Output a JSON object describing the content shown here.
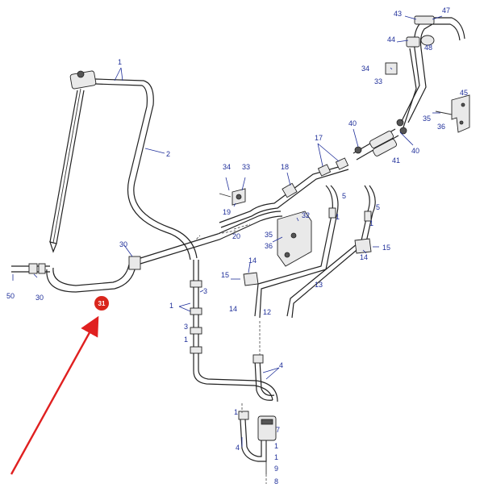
{
  "diagram": {
    "callouts": [
      {
        "id": "c-1a",
        "text": "1"
      },
      {
        "id": "c-2",
        "text": "2"
      },
      {
        "id": "c-43",
        "text": "43"
      },
      {
        "id": "c-47",
        "text": "47"
      },
      {
        "id": "c-44",
        "text": "44"
      },
      {
        "id": "c-48",
        "text": "48"
      },
      {
        "id": "c-34a",
        "text": "34"
      },
      {
        "id": "c-33a",
        "text": "33"
      },
      {
        "id": "c-45",
        "text": "45"
      },
      {
        "id": "c-35a",
        "text": "35"
      },
      {
        "id": "c-36a",
        "text": "36"
      },
      {
        "id": "c-40a",
        "text": "40"
      },
      {
        "id": "c-40b",
        "text": "40"
      },
      {
        "id": "c-41",
        "text": "41"
      },
      {
        "id": "c-17",
        "text": "17"
      },
      {
        "id": "c-18",
        "text": "18"
      },
      {
        "id": "c-34b",
        "text": "34"
      },
      {
        "id": "c-33b",
        "text": "33"
      },
      {
        "id": "c-19",
        "text": "19"
      },
      {
        "id": "c-5a",
        "text": "5"
      },
      {
        "id": "c-5b",
        "text": "5"
      },
      {
        "id": "c-1b",
        "text": "1"
      },
      {
        "id": "c-1c",
        "text": "1"
      },
      {
        "id": "c-32",
        "text": "32"
      },
      {
        "id": "c-35b",
        "text": "35"
      },
      {
        "id": "c-36b",
        "text": "36"
      },
      {
        "id": "c-20",
        "text": "20"
      },
      {
        "id": "c-15a",
        "text": "15"
      },
      {
        "id": "c-14a",
        "text": "14"
      },
      {
        "id": "c-30a",
        "text": "30"
      },
      {
        "id": "c-14b",
        "text": "14"
      },
      {
        "id": "c-15b",
        "text": "15"
      },
      {
        "id": "c-13",
        "text": "13"
      },
      {
        "id": "c-50",
        "text": "50"
      },
      {
        "id": "c-30b",
        "text": "30"
      },
      {
        "id": "c-3a",
        "text": "3"
      },
      {
        "id": "c-14c",
        "text": "14"
      },
      {
        "id": "c-12",
        "text": "12"
      },
      {
        "id": "c-1d",
        "text": "1"
      },
      {
        "id": "c-3b",
        "text": "3"
      },
      {
        "id": "c-1e",
        "text": "1"
      },
      {
        "id": "c-4a",
        "text": "4"
      },
      {
        "id": "c-1f",
        "text": "1"
      },
      {
        "id": "c-7",
        "text": "7"
      },
      {
        "id": "c-1g",
        "text": "1"
      },
      {
        "id": "c-4b",
        "text": "4"
      },
      {
        "id": "c-1h",
        "text": "1"
      },
      {
        "id": "c-9",
        "text": "9"
      },
      {
        "id": "c-8",
        "text": "8"
      }
    ],
    "highlight": {
      "text": "31",
      "color": "#d9261c"
    },
    "colors": {
      "callout": "#1f2f9a",
      "arrow": "#e02020",
      "line": "#222222"
    }
  }
}
